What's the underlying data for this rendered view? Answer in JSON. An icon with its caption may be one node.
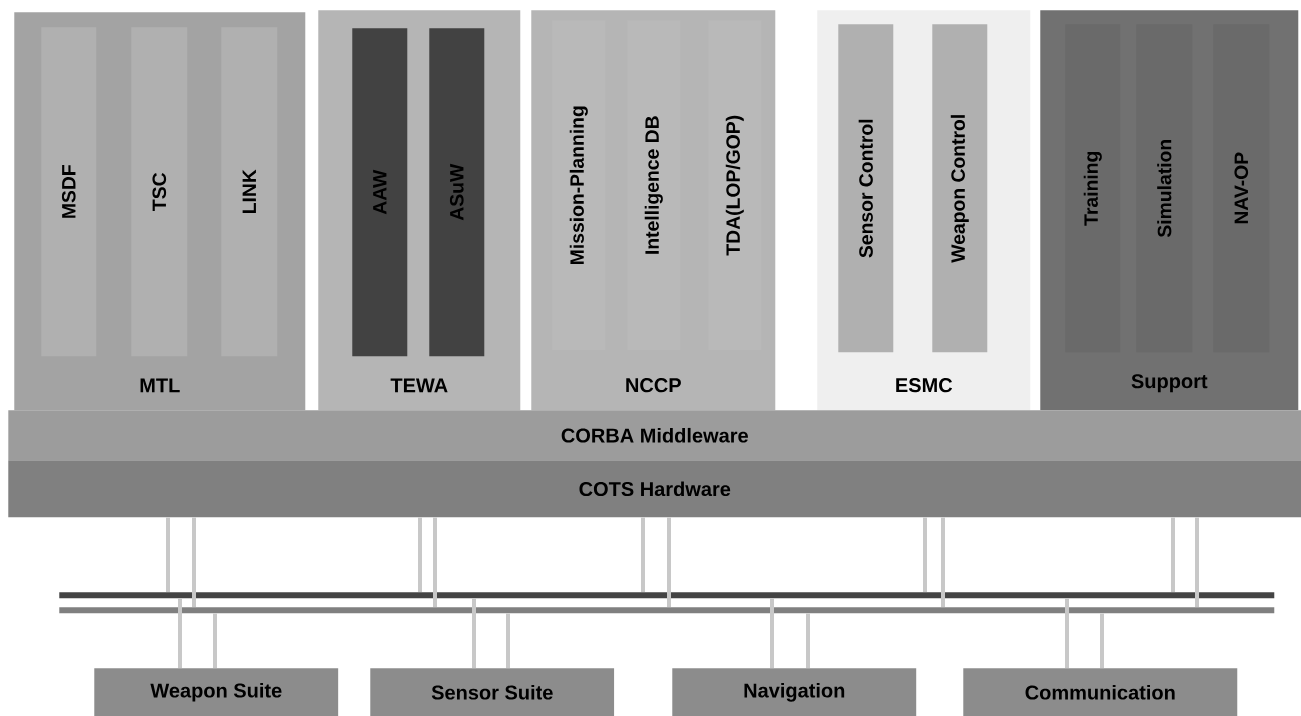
{
  "diagram": {
    "nodes": [
      {
        "text": [
          "MTL"
        ]
      },
      {
        "text": [
          "MSDF"
        ],
        "in": 0
      },
      {
        "text": [
          "TSC"
        ],
        "in": 0
      },
      {
        "text": [
          "LINK"
        ],
        "in": 0
      },
      {
        "text": [
          "TEWA"
        ]
      },
      {
        "text": [
          "AAW"
        ],
        "in": 4
      },
      {
        "text": [
          "ASuW"
        ],
        "in": 4
      },
      {
        "text": [
          "NCCP"
        ]
      },
      {
        "text": [
          "Mission-Planning"
        ],
        "in": 7
      },
      {
        "text": [
          "Intelligence DB"
        ],
        "in": 7
      },
      {
        "text": [
          "TDA(LOP/GOP)"
        ],
        "in": 7
      },
      {
        "text": [
          "ESMC"
        ]
      },
      {
        "text": [
          "Sensor Control"
        ],
        "in": 11
      },
      {
        "text": [
          "Weapon Control"
        ],
        "in": 11
      },
      {
        "text": [
          "Support"
        ]
      },
      {
        "text": [
          "Training"
        ],
        "in": 14
      },
      {
        "text": [
          "Simulation"
        ],
        "in": 14
      },
      {
        "text": [
          "NAV-OP"
        ],
        "in": 14
      },
      {
        "text": [
          "CORBA Middleware"
        ]
      },
      {
        "text": [
          "COTS Hardware"
        ]
      },
      {
        "text": [],
        "shape": "bar"
      },
      {
        "text": [],
        "shape": "bar"
      },
      {
        "text": [
          "Weapon Suite"
        ]
      },
      {
        "text": [
          "Sensor Suite"
        ]
      },
      {
        "text": [
          "Navigation"
        ]
      },
      {
        "text": [
          "Communication"
        ]
      }
    ],
    "edges": [
      {
        "from": 19,
        "to": 20,
        "arrow": "none"
      },
      {
        "from": 19,
        "to": 21,
        "arrow": "none"
      },
      {
        "from": 19,
        "to": 20,
        "arrow": "none"
      },
      {
        "from": 19,
        "to": 21,
        "arrow": "none"
      },
      {
        "from": 19,
        "to": 20,
        "arrow": "none"
      },
      {
        "from": 19,
        "to": 21,
        "arrow": "none"
      },
      {
        "from": 19,
        "to": 20,
        "arrow": "none"
      },
      {
        "from": 19,
        "to": 21,
        "arrow": "none"
      },
      {
        "from": 19,
        "to": 20,
        "arrow": "none"
      },
      {
        "from": 19,
        "to": 21,
        "arrow": "none"
      },
      {
        "from": 20,
        "to": 22,
        "arrow": "none"
      },
      {
        "from": 21,
        "to": 22,
        "arrow": "none"
      },
      {
        "from": 20,
        "to": 23,
        "arrow": "none"
      },
      {
        "from": 21,
        "to": 23,
        "arrow": "none"
      },
      {
        "from": 20,
        "to": 24,
        "arrow": "none"
      },
      {
        "from": 21,
        "to": 24,
        "arrow": "none"
      },
      {
        "from": 20,
        "to": 25,
        "arrow": "none"
      },
      {
        "from": 21,
        "to": 25,
        "arrow": "none"
      }
    ]
  }
}
